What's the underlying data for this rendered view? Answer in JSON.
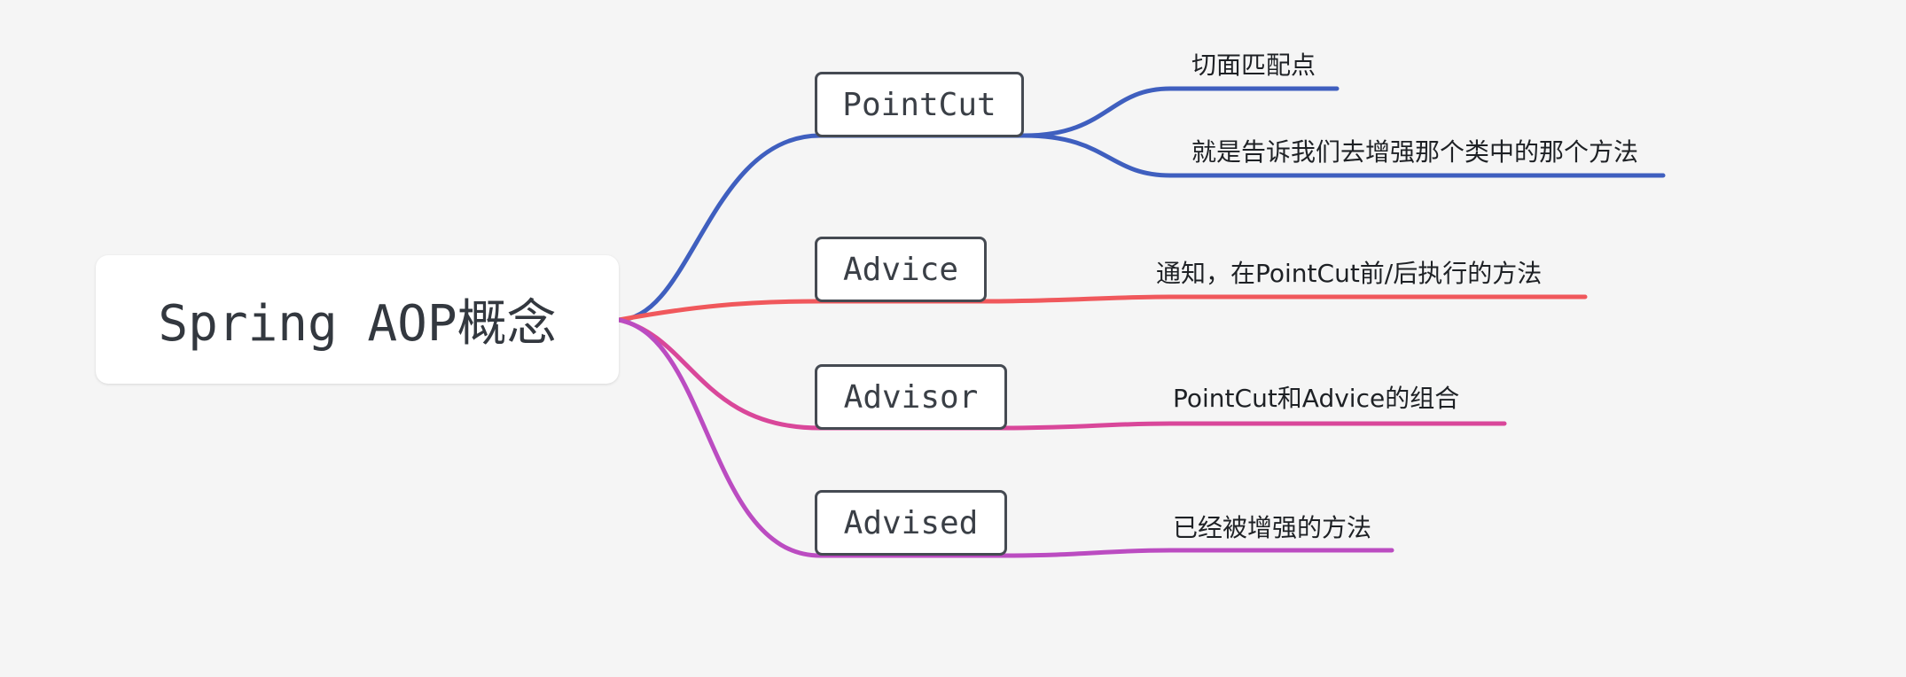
{
  "root": {
    "label": "Spring AOP概念"
  },
  "branches": [
    {
      "label": "PointCut",
      "color": "#3f5fbf",
      "children": [
        "切面匹配点",
        "就是告诉我们去增强那个类中的那个方法"
      ]
    },
    {
      "label": "Advice",
      "color": "#f0585c",
      "children": [
        "通知，在PointCut前/后执行的方法"
      ]
    },
    {
      "label": "Advisor",
      "color": "#d9479a",
      "children": [
        "PointCut和Advice的组合"
      ]
    },
    {
      "label": "Advised",
      "color": "#bb4cc1",
      "children": [
        "已经被增强的方法"
      ]
    }
  ]
}
